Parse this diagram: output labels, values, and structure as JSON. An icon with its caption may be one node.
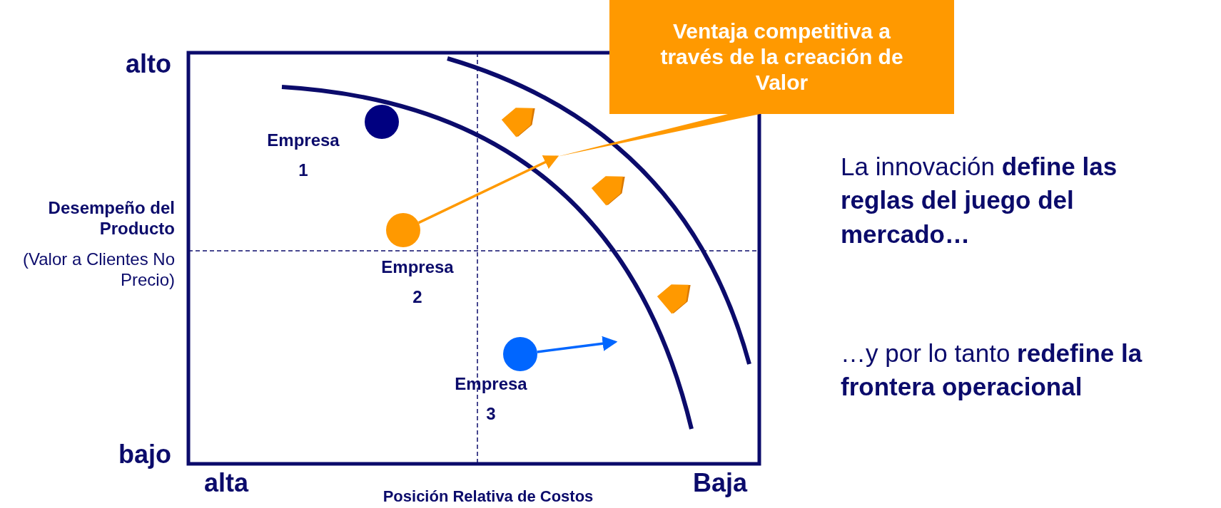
{
  "diagram": {
    "nodes": [
      {
        "text": [],
        "shape": "circle",
        "beside": [
          "Empresa 1"
        ]
      },
      {
        "text": [],
        "shape": "circle",
        "beside": [
          "Empresa 2"
        ]
      },
      {
        "text": [],
        "shape": "circle",
        "beside": [
          "Empresa 3"
        ]
      },
      {
        "text": [
          "Ventaja competitiva a través de la creación de Valor"
        ]
      }
    ],
    "edges": [
      {
        "from": 1,
        "to": 3,
        "arrow": "to",
        "color": "#ff9900"
      },
      {
        "from": 2,
        "to": null,
        "arrow": "to",
        "color": "#0066ff"
      }
    ],
    "labels": [
      "alto",
      "bajo",
      "Desempeño del Producto",
      "(Valor a Clientes No Precio)",
      "alta",
      "Baja",
      "Posición Relativa de Costos",
      "La innovación **define las reglas del juego del mercado…**",
      "…y por lo tanto **redefine la frontera operacional**"
    ]
  }
}
